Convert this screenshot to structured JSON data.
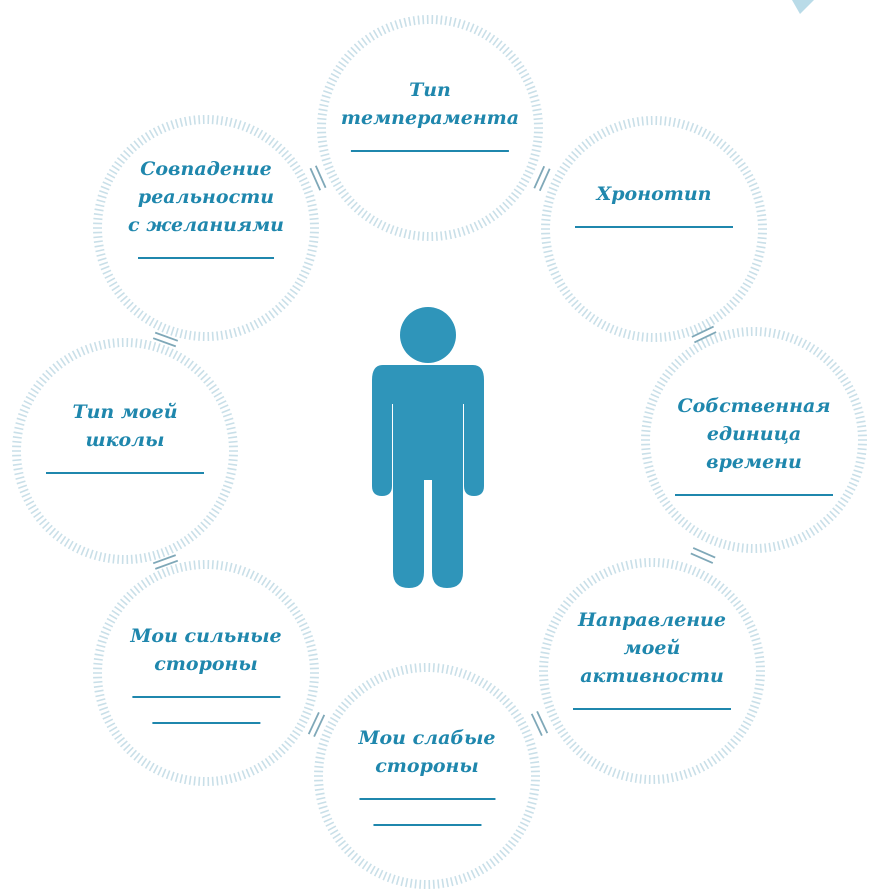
{
  "colors": {
    "ring": "#c9dfe8",
    "text": "#1f87ad",
    "figure": "#2f95ba",
    "connector": "#7fa8b8"
  },
  "center_icon": "person-icon",
  "nodes": [
    {
      "id": "temperament",
      "lines": [
        "Тип",
        "темперамента"
      ],
      "blanks": 1
    },
    {
      "id": "chronotype",
      "lines": [
        "Хронотип"
      ],
      "blanks": 1
    },
    {
      "id": "time-unit",
      "lines": [
        "Собственная",
        "единица",
        "времени"
      ],
      "blanks": 1
    },
    {
      "id": "activity",
      "lines": [
        "Направление",
        "моей",
        "активности"
      ],
      "blanks": 1
    },
    {
      "id": "weak-sides",
      "lines": [
        "Мои слабые",
        "стороны"
      ],
      "blanks": 2
    },
    {
      "id": "strong-sides",
      "lines": [
        "Мои сильные",
        "стороны"
      ],
      "blanks": 2
    },
    {
      "id": "school-type",
      "lines": [
        "Тип моей",
        "школы"
      ],
      "blanks": 1
    },
    {
      "id": "reality-wishes",
      "lines": [
        "Совпадение",
        "реальности",
        "с желаниями"
      ],
      "blanks": 1
    }
  ]
}
